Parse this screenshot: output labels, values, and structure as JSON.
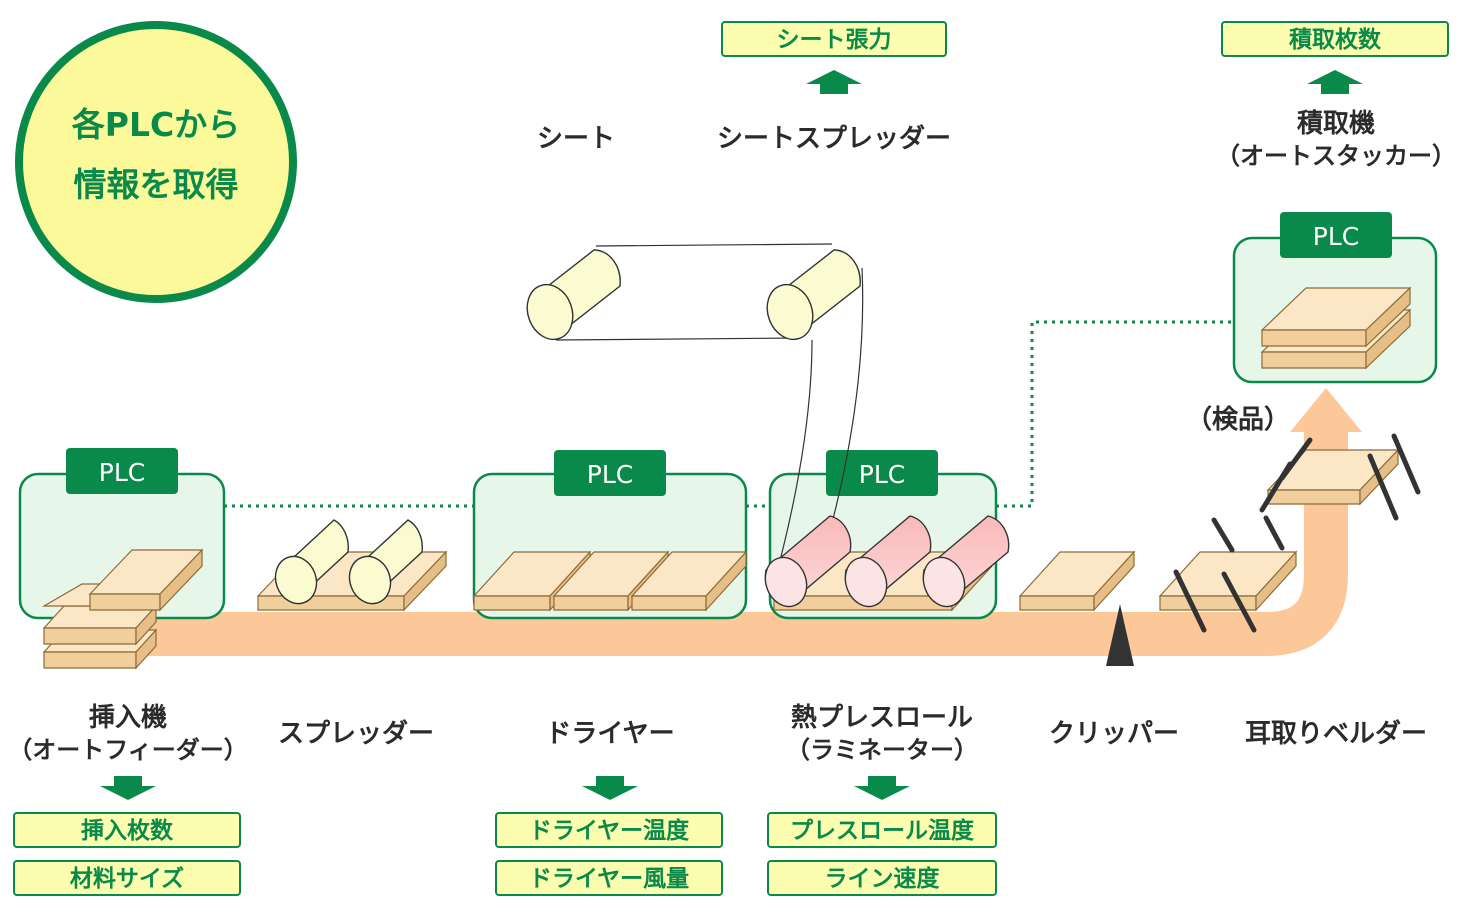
{
  "headline": {
    "line1": "各PLCから",
    "line2": "情報を取得"
  },
  "plc_label": "PLC",
  "stations": {
    "feeder": {
      "name": "挿入機",
      "sub": "（オートフィーダー）"
    },
    "spreader": {
      "name": "スプレッダー"
    },
    "dryer": {
      "name": "ドライヤー"
    },
    "press": {
      "name": "熱プレスロール",
      "sub": "（ラミネーター）"
    },
    "clipper": {
      "name": "クリッパー"
    },
    "edge": {
      "name": "耳取りベルダー"
    },
    "sheet": {
      "name": "シート"
    },
    "sheet_spreader": {
      "name": "シートスプレッダー"
    },
    "stacker": {
      "name": "積取機",
      "sub": "（オートスタッカー）"
    },
    "inspection": {
      "name": "（検品）"
    }
  },
  "data_tags": {
    "feeder": [
      "挿入枚数",
      "材料サイズ"
    ],
    "dryer": [
      "ドライヤー温度",
      "ドライヤー風量"
    ],
    "press": [
      "プレスロール温度",
      "ライン速度"
    ],
    "sheet": [
      "シート張力"
    ],
    "stacker": [
      "積取枚数"
    ]
  },
  "colors": {
    "green": "#0a8a4a",
    "plc_fill": "#e6f7ea",
    "tag_fill": "#fdfdb0",
    "conveyor": "#fcc89a",
    "board": "#fbe7c6",
    "roller_yellow": "#fbfbd2",
    "roller_pink": "#fbc6c6",
    "circle_fill": "#fbf99a"
  }
}
